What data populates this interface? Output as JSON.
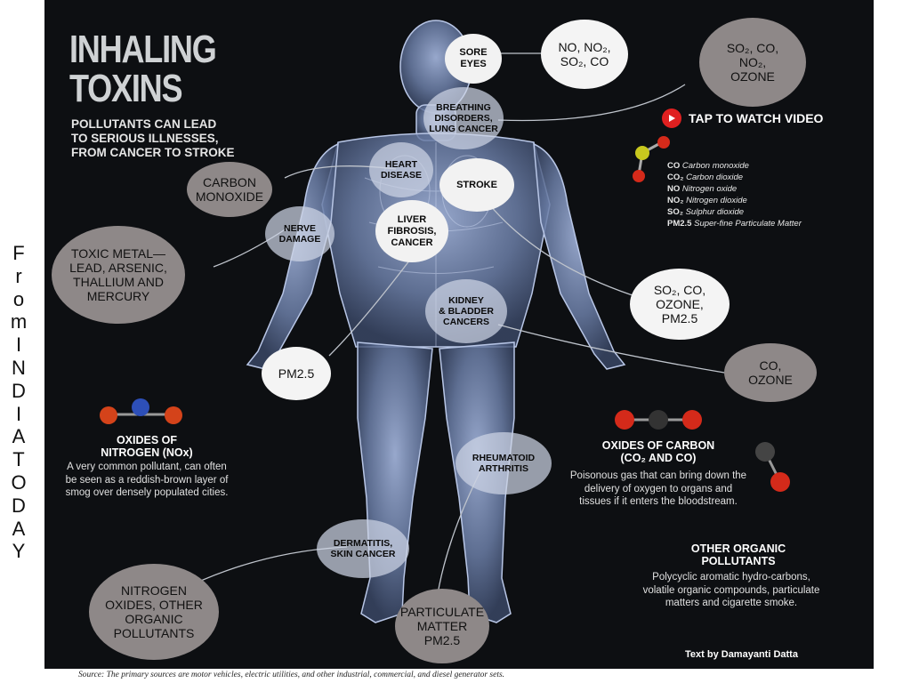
{
  "side_text": [
    "F",
    "r",
    "o",
    "m",
    "I",
    "N",
    "D",
    "I",
    "A",
    "T",
    "O",
    "D",
    "A",
    "Y"
  ],
  "title": "INHALING\nTOXINS",
  "subtitle": "POLLUTANTS CAN LEAD\nTO SERIOUS ILLNESSES,\nFROM CANCER TO STROKE",
  "video_label": "TAP TO WATCH VIDEO",
  "sources": {
    "eyes": "NO, NO₂,\nSO₂, CO",
    "lungs": "SO₂, CO,\nNO₂,\nOZONE",
    "heart": "CARBON\nMONOXIDE",
    "nerve": "TOXIC METAL—\nLEAD, ARSENIC,\nTHALLIUM AND\nMERCURY",
    "liver": "PM2.5",
    "stroke": "SO₂, CO,\nOZONE,\nPM2.5",
    "kidney": "CO,\nOZONE",
    "skin": "NITROGEN\nOXIDES, OTHER\nORGANIC\nPOLLUTANTS",
    "arthritis": "PARTICULATE\nMATTER\nPM2.5"
  },
  "illnesses": {
    "eyes": "SORE\nEYES",
    "lungs": "BREATHING\nDISORDERS,\nLUNG CANCER",
    "heart": "HEART\nDISEASE",
    "stroke": "STROKE",
    "nerve": "NERVE\nDAMAGE",
    "liver": "LIVER\nFIBROSIS,\nCANCER",
    "kidney": "KIDNEY\n& BLADDER\nCANCERS",
    "arthritis": "RHEUMATOID\nARTHRITIS",
    "skin": "DERMATITIS,\nSKIN CANCER"
  },
  "legend": [
    {
      "code": "CO",
      "name": "Carbon monoxide"
    },
    {
      "code": "CO₂",
      "name": "Carbon dioxide"
    },
    {
      "code": "NO",
      "name": "Nitrogen oxide"
    },
    {
      "code": "NO₂",
      "name": "Nitrogen dioxide"
    },
    {
      "code": "SO₂",
      "name": "Sulphur dioxide"
    },
    {
      "code": "PM2.5",
      "name": "Super-fine Particulate Matter"
    }
  ],
  "nox": {
    "heading": "OXIDES OF\nNITROGEN (NOx)",
    "body": "A very common pollutant, can often be seen as a reddish-brown layer of smog over densely populated cities."
  },
  "cox": {
    "heading": "OXIDES OF CARBON\n(CO₂ AND CO)",
    "body": "Poisonous gas that can bring down the delivery of oxygen to organs and tissues if it enters the bloodstream."
  },
  "organic": {
    "heading": "OTHER ORGANIC\nPOLLUTANTS",
    "body": "Polycyclic aromatic hydro-carbons, volatile organic compounds, particulate matters and cigarette smoke."
  },
  "credit": "Text by Damayanti Datta",
  "source_note": "Source: The primary sources are motor vehicles, electric utilities, and other industrial, commercial, and diesel generator sets.",
  "colors": {
    "background": "#0d0f12",
    "body_glow": "#7d8fb8",
    "grey_bubble": "#8e8888",
    "white_bubble": "#f4f4f4",
    "video_red": "#e02020",
    "molecule_red": "#d42a1a",
    "molecule_blue": "#2d4fb8",
    "molecule_dark": "#333333",
    "molecule_yellow": "#c8c81e"
  },
  "icons": [
    "play-icon",
    "so2-molecule-icon",
    "no2-molecule-icon",
    "co2-molecule-icon",
    "co-molecule-icon"
  ]
}
